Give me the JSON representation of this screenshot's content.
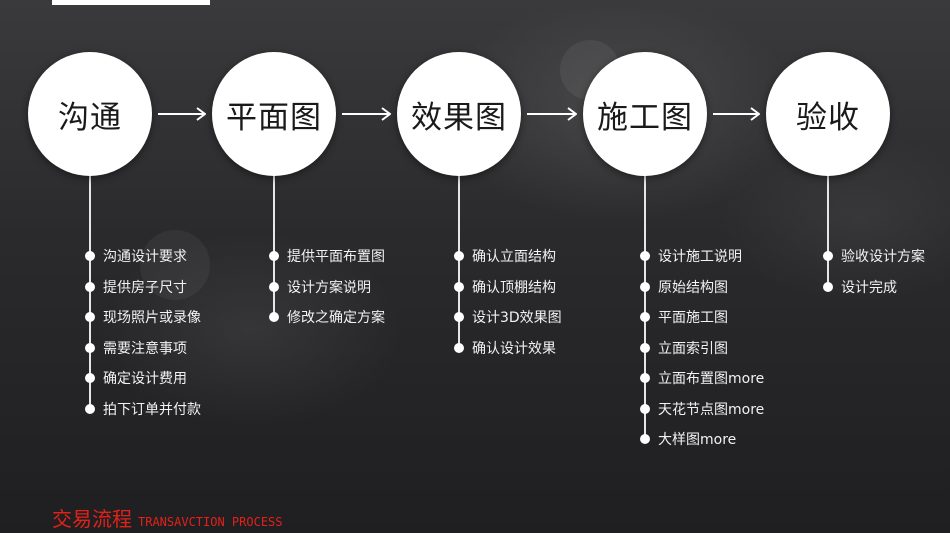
{
  "steps": [
    {
      "title": "沟通",
      "items": [
        "沟通设计要求",
        "提供房子尺寸",
        "现场照片或录像",
        "需要注意事项",
        "确定设计费用",
        "拍下订单并付款"
      ]
    },
    {
      "title": "平面图",
      "items": [
        "提供平面布置图",
        "设计方案说明",
        "修改之确定方案"
      ]
    },
    {
      "title": "效果图",
      "items": [
        "确认立面结构",
        "确认顶棚结构",
        "设计3D效果图",
        "确认设计效果"
      ]
    },
    {
      "title": "施工图",
      "items": [
        "设计施工说明",
        "原始结构图",
        "平面施工图",
        "立面索引图",
        "立面布置图more",
        "天花节点图more",
        "大样图more"
      ]
    },
    {
      "title": "验收",
      "items": [
        "验收设计方案",
        "设计完成"
      ]
    }
  ],
  "footer": {
    "title_cn": "交易流程",
    "title_en": "TRANSAVCTION PROCESS"
  },
  "colors": {
    "accent": "#e32118",
    "circle": "#ffffff",
    "text": "#f2f2f2"
  }
}
